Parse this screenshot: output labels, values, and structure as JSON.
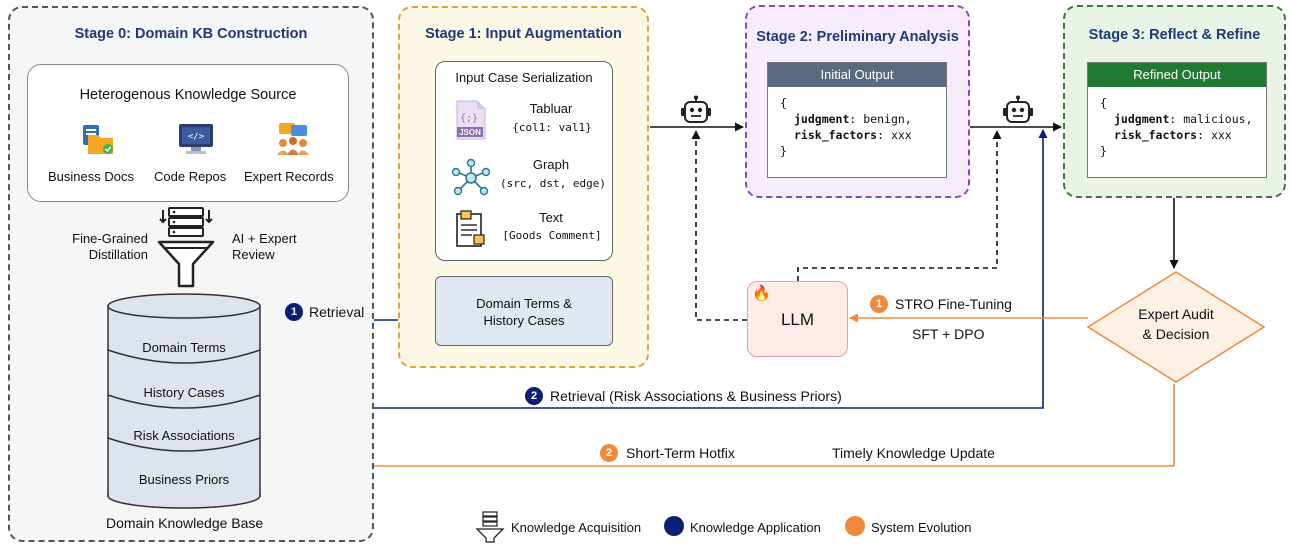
{
  "stage0": {
    "title": "Stage 0: Domain KB Construction",
    "knowledge_source_title": "Heterogenous Knowledge Source",
    "sources": [
      "Business Docs",
      "Code Repos",
      "Expert Records"
    ],
    "distillation_left": "Fine-Grained\nDistillation",
    "distillation_right": "AI + Expert\nReview",
    "kb_layers": [
      "Domain Terms",
      "History Cases",
      "Risk Associations",
      "Business Priors"
    ],
    "kb_label": "Domain Knowledge Base"
  },
  "stage1": {
    "title": "Stage 1: Input Augmentation",
    "serialization_title": "Input Case Serialization",
    "items": [
      {
        "label": "Tabluar",
        "code": "{col1: val1}",
        "icon": "json-file-icon",
        "badge": "JSON",
        "glyph": "{;}"
      },
      {
        "label": "Graph",
        "code": "(src, dst, edge)",
        "icon": "graph-icon"
      },
      {
        "label": "Text",
        "code": "[Goods Comment]",
        "icon": "text-document-icon"
      }
    ],
    "terms_box": "Domain Terms &\nHistory Cases"
  },
  "stage2": {
    "title": "Stage 2: Preliminary Analysis",
    "card_title": "Initial Output",
    "open": "{",
    "judgment_key": "judgment",
    "judgment_value": " benign,",
    "risk_key": "risk_factors",
    "risk_value": " xxx",
    "close": "}"
  },
  "stage3": {
    "title": "Stage 3: Reflect & Refine",
    "card_title": "Refined Output",
    "open": "{",
    "judgment_key": "judgment",
    "judgment_value": " malicious,",
    "risk_key": "risk_factors",
    "risk_value": " xxx",
    "close": "}"
  },
  "llm": {
    "label": "LLM",
    "icon": "fire-icon",
    "emoji": "🔥"
  },
  "expert": {
    "label": "Expert Audit\n& Decision"
  },
  "arrows": {
    "retrieval_1": {
      "num": "1",
      "label": "Retrieval"
    },
    "retrieval_2": {
      "num": "2",
      "label": "Retrieval (Risk Associations &  Business Priors)"
    },
    "finetune": {
      "num": "1",
      "label": "STRO Fine-Tuning",
      "sub": "SFT + DPO"
    },
    "hotfix": {
      "num": "2",
      "label": "Short-Term Hotfix",
      "sub": "Timely Knowledge Update"
    }
  },
  "legend": [
    {
      "label": "Knowledge Acquisition",
      "icon": "funnel-icon"
    },
    {
      "label": "Knowledge Application",
      "color": "#0d1f75"
    },
    {
      "label": "System Evolution",
      "color": "#ef8a3c"
    }
  ],
  "colors": {
    "navy": "#0d1f75",
    "orange": "#ef8a3c",
    "initial_header": "#5a6a80",
    "refined_header": "#1f7a33",
    "expert_fill": "#fdf0e4",
    "llm_fill": "#fdecea"
  }
}
